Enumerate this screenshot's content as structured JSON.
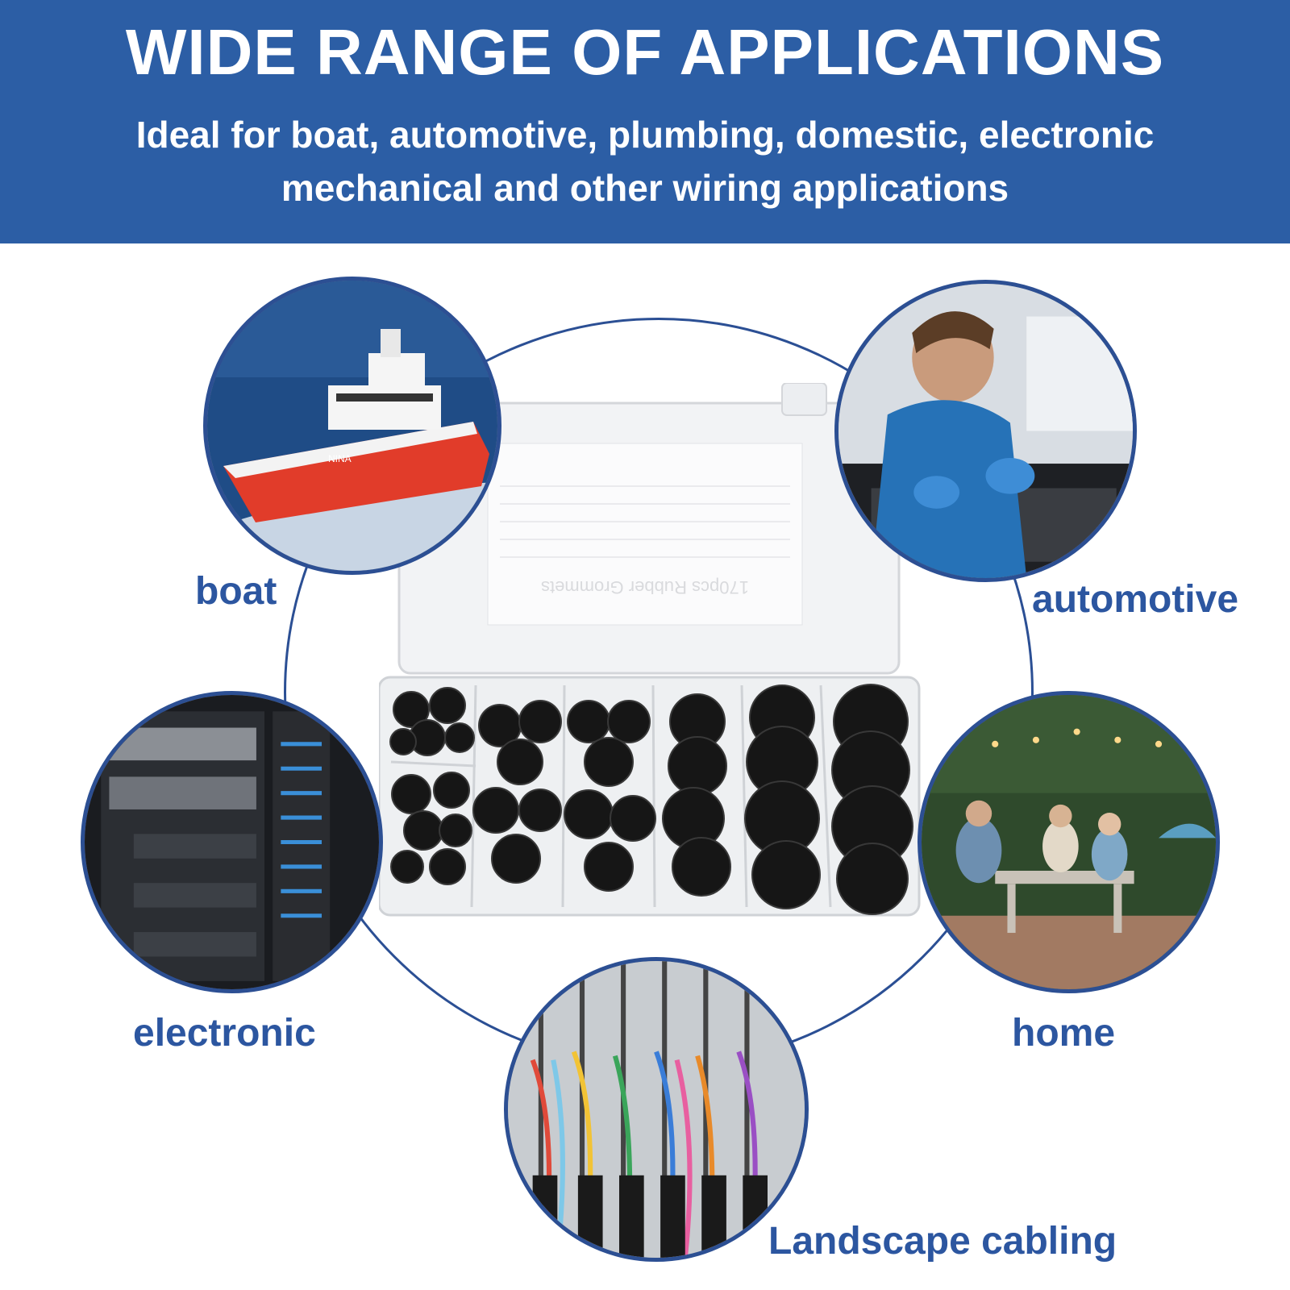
{
  "banner": {
    "title": "WIDE RANGE OF APPLICATIONS",
    "subtitle_line1": "Ideal for boat, automotive, plumbing, domestic, electronic",
    "subtitle_line2": "mechanical and other wiring applications"
  },
  "applications": {
    "boat": "boat",
    "automotive": "automotive",
    "electronic": "electronic",
    "home": "home",
    "landscape": "Landscape cabling"
  },
  "product": {
    "card_text": "170pcs Rubber Grommets",
    "ship_name": "NINA"
  },
  "colors": {
    "banner": "#2c5ea5",
    "label": "#2c56a0",
    "ring": "#2b4f94"
  }
}
